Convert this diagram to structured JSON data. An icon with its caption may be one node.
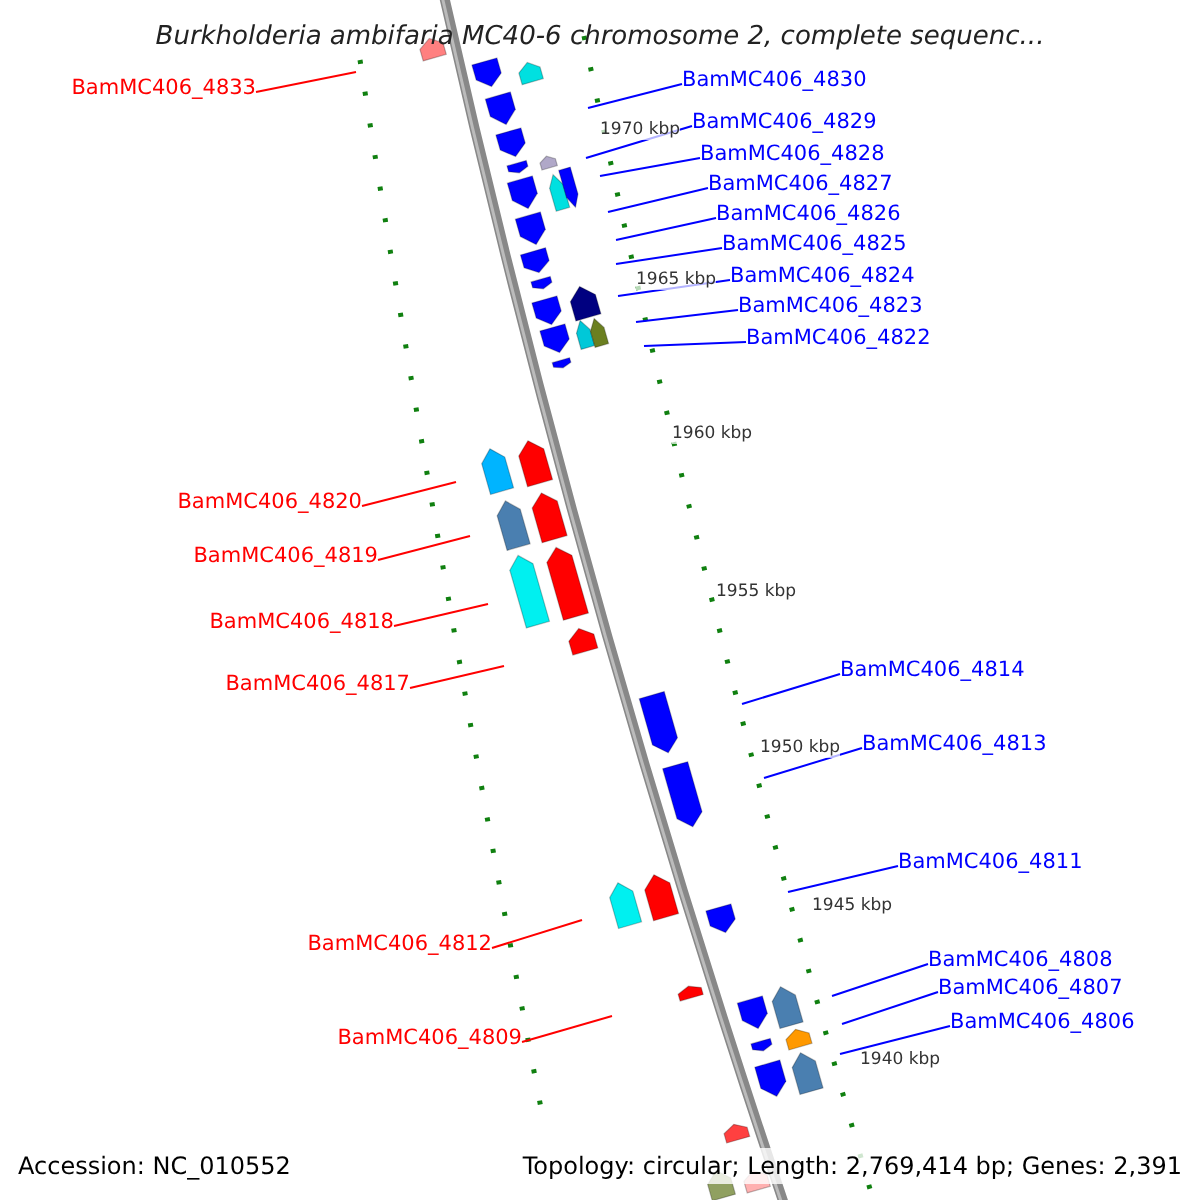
{
  "diagram": {
    "title": "Burkholderia ambifaria MC40-6 chromosome 2, complete sequenc...",
    "nodes": [
      {
        "text": [
          "BamMC406_4833"
        ]
      },
      {
        "text": [
          "BamMC406_4830"
        ]
      },
      {
        "text": [
          "BamMC406_4829"
        ]
      },
      {
        "text": [
          "BamMC406_4828"
        ]
      },
      {
        "text": [
          "BamMC406_4827"
        ]
      },
      {
        "text": [
          "BamMC406_4826"
        ]
      },
      {
        "text": [
          "BamMC406_4825"
        ]
      },
      {
        "text": [
          "BamMC406_4824"
        ]
      },
      {
        "text": [
          "BamMC406_4823"
        ]
      },
      {
        "text": [
          "BamMC406_4822"
        ]
      },
      {
        "text": [
          "BamMC406_4820"
        ]
      },
      {
        "text": [
          "BamMC406_4819"
        ]
      },
      {
        "text": [
          "BamMC406_4818"
        ]
      },
      {
        "text": [
          "BamMC406_4817"
        ]
      },
      {
        "text": [
          "BamMC406_4814"
        ]
      },
      {
        "text": [
          "BamMC406_4813"
        ]
      },
      {
        "text": [
          "BamMC406_4812"
        ]
      },
      {
        "text": [
          "BamMC406_4811"
        ]
      },
      {
        "text": [
          "BamMC406_4809"
        ]
      },
      {
        "text": [
          "BamMC406_4808"
        ]
      },
      {
        "text": [
          "BamMC406_4807"
        ]
      },
      {
        "text": [
          "BamMC406_4806"
        ]
      }
    ],
    "edges": [
      {
        "from": 0,
        "to": null,
        "arrow": "none",
        "color": "#ff0000"
      },
      {
        "from": 1,
        "to": null,
        "arrow": "none"
      },
      {
        "from": 2,
        "to": null,
        "arrow": "none"
      },
      {
        "from": 3,
        "to": null,
        "arrow": "none"
      },
      {
        "from": 4,
        "to": null,
        "arrow": "none"
      },
      {
        "from": 5,
        "to": null,
        "arrow": "none"
      },
      {
        "from": 6,
        "to": null,
        "arrow": "none"
      },
      {
        "from": 7,
        "to": null,
        "arrow": "none"
      },
      {
        "from": 8,
        "to": null,
        "arrow": "none"
      },
      {
        "from": 9,
        "to": null,
        "arrow": "none"
      },
      {
        "from": 10,
        "to": null,
        "arrow": "none",
        "color": "#ff0000"
      },
      {
        "from": 11,
        "to": null,
        "arrow": "none",
        "color": "#ff0000"
      },
      {
        "from": 12,
        "to": null,
        "arrow": "none",
        "color": "#ff0000"
      },
      {
        "from": 13,
        "to": null,
        "arrow": "none",
        "color": "#ff0000"
      },
      {
        "from": 14,
        "to": null,
        "arrow": "none"
      },
      {
        "from": 15,
        "to": null,
        "arrow": "none"
      },
      {
        "from": 16,
        "to": null,
        "arrow": "none",
        "color": "#ff0000"
      },
      {
        "from": 17,
        "to": null,
        "arrow": "none"
      },
      {
        "from": 18,
        "to": null,
        "arrow": "none",
        "color": "#ff0000"
      },
      {
        "from": 19,
        "to": null,
        "arrow": "none"
      },
      {
        "from": 20,
        "to": null,
        "arrow": "none"
      },
      {
        "from": 21,
        "to": null,
        "arrow": "none"
      }
    ],
    "labels": [
      "1970 kbp",
      "1965 kbp",
      "1960 kbp",
      "1955 kbp",
      "1950 kbp",
      "1945 kbp",
      "1940 kbp",
      "Accession: NC_010552",
      "Topology: circular; Length: 2,769,414 bp; Genes: 2,391"
    ]
  }
}
